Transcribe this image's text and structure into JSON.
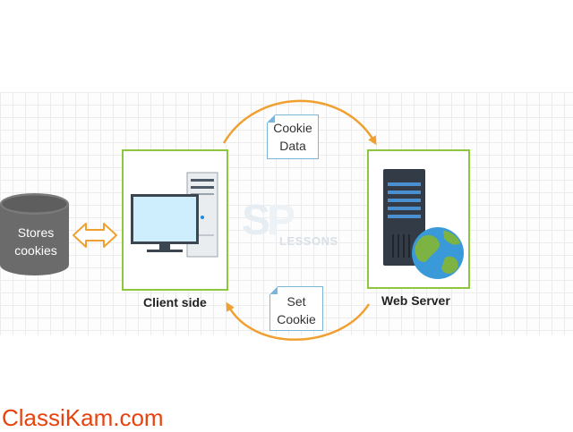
{
  "diagram": {
    "database_label_line1": "Stores",
    "database_label_line2": "cookies",
    "client_label": "Client side",
    "server_label": "Web Server",
    "cookie_note_line1": "Cookie",
    "cookie_note_line2": "Data",
    "set_note_line1": "Set",
    "set_note_line2": "Cookie",
    "logo_text": "LESSONS"
  },
  "watermark": "ClassiKam.com",
  "colors": {
    "box_border": "#8dc63f",
    "arrow": "#f0a030",
    "note_border": "#7cb7d9",
    "database": "#6b6b6b",
    "watermark": "#e8430f"
  }
}
